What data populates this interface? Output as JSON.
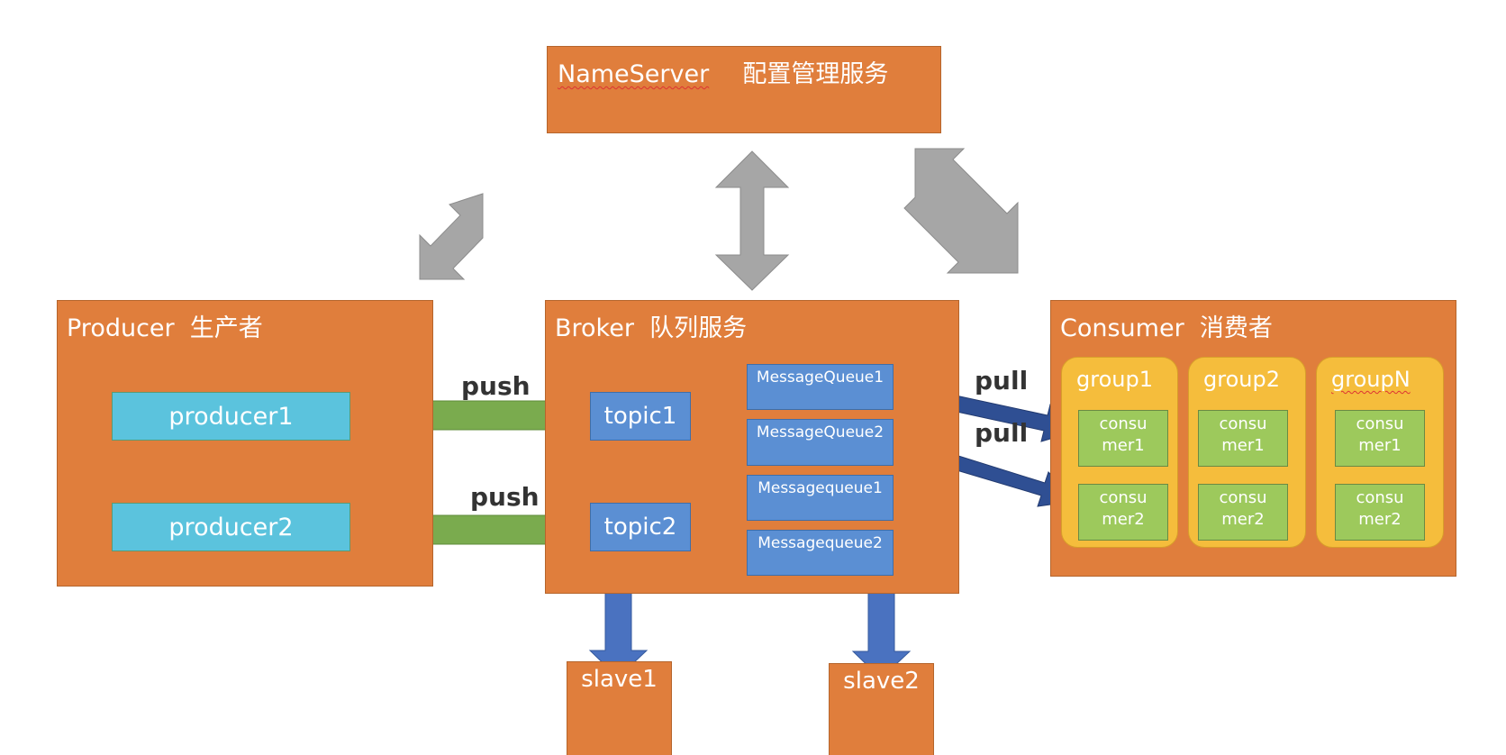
{
  "nameserver": {
    "title_en": "NameServer",
    "title_zh": "配置管理服务"
  },
  "producer": {
    "title": "Producer  生产者",
    "items": [
      "producer1",
      "producer2"
    ]
  },
  "broker": {
    "title": "Broker  队列服务",
    "topics": [
      "topic1",
      "topic2"
    ],
    "queues": [
      "MessageQueue1",
      "MessageQueue2",
      "Messagequeue1",
      "Messagequeue2"
    ]
  },
  "consumer": {
    "title": "Consumer  消费者",
    "groups": [
      {
        "name": "group1",
        "members": [
          "consumer1",
          "consumer2"
        ]
      },
      {
        "name": "group2",
        "members": [
          "consumer1",
          "consumer2"
        ]
      },
      {
        "name": "groupN",
        "members": [
          "consumer1",
          "consumer2"
        ]
      }
    ]
  },
  "slaves": [
    "slave1",
    "slave2"
  ],
  "flows": {
    "push_1": "push",
    "push_2": "push",
    "pull_1": "pull",
    "pull_2": "pull"
  },
  "colors": {
    "container": "#e07e3c",
    "producer_item": "#5bc3dd",
    "topic_queue": "#5b8fd3",
    "group": "#f5bd3c",
    "consumer_item": "#9dc95c",
    "push_arrow": "#7aab4e",
    "pull_arrow": "#2f4f93",
    "replication_arrow": "#4a72c0",
    "nameserver_link": "#a6a6a6"
  }
}
